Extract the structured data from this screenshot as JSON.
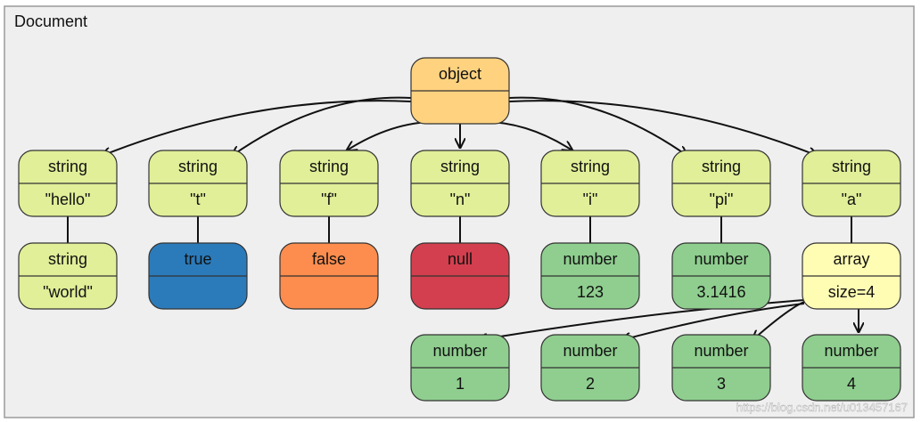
{
  "document": {
    "title": "Document",
    "watermark": "https://blog.csdn.net/u013457167"
  },
  "colors": {
    "background": "#efefef",
    "frame_border": "#9a9a9a",
    "node_border": "#333333",
    "object": "#ffd27f",
    "string": "#e0ef98",
    "true": "#2b7bba",
    "false": "#fc8d4e",
    "null": "#d33f4e",
    "number": "#8fce8f",
    "array": "#fffcb4",
    "edge": "#111111"
  },
  "nodes": [
    {
      "id": "obj",
      "type": "object",
      "color": "object",
      "label": "object"
    },
    {
      "id": "k_hello",
      "type": "string",
      "color": "string",
      "label": "string",
      "value": "\"hello\""
    },
    {
      "id": "k_t",
      "type": "string",
      "color": "string",
      "label": "string",
      "value": "\"t\""
    },
    {
      "id": "k_f",
      "type": "string",
      "color": "string",
      "label": "string",
      "value": "\"f\""
    },
    {
      "id": "k_n",
      "type": "string",
      "color": "string",
      "label": "string",
      "value": "\"n\""
    },
    {
      "id": "k_i",
      "type": "string",
      "color": "string",
      "label": "string",
      "value": "\"i\""
    },
    {
      "id": "k_pi",
      "type": "string",
      "color": "string",
      "label": "string",
      "value": "\"pi\""
    },
    {
      "id": "k_a",
      "type": "string",
      "color": "string",
      "label": "string",
      "value": "\"a\""
    },
    {
      "id": "v_world",
      "type": "string",
      "color": "string",
      "label": "string",
      "value": "\"world\""
    },
    {
      "id": "v_true",
      "type": "true",
      "color": "true",
      "label": "true",
      "light": true
    },
    {
      "id": "v_false",
      "type": "false",
      "color": "false",
      "label": "false",
      "light": true
    },
    {
      "id": "v_null",
      "type": "null",
      "color": "null",
      "label": "null",
      "light": true
    },
    {
      "id": "v_123",
      "type": "number",
      "color": "number",
      "label": "number",
      "value": "123"
    },
    {
      "id": "v_pi",
      "type": "number",
      "color": "number",
      "label": "number",
      "value": "3.1416"
    },
    {
      "id": "v_arr",
      "type": "array",
      "color": "array",
      "label": "array",
      "value": "size=4"
    },
    {
      "id": "e_1",
      "type": "number",
      "color": "number",
      "label": "number",
      "value": "1"
    },
    {
      "id": "e_2",
      "type": "number",
      "color": "number",
      "label": "number",
      "value": "2"
    },
    {
      "id": "e_3",
      "type": "number",
      "color": "number",
      "label": "number",
      "value": "3"
    },
    {
      "id": "e_4",
      "type": "number",
      "color": "number",
      "label": "number",
      "value": "4"
    }
  ],
  "edges": [
    {
      "from": "obj",
      "to": "k_hello",
      "arrow": true
    },
    {
      "from": "obj",
      "to": "k_t",
      "arrow": true
    },
    {
      "from": "obj",
      "to": "k_f",
      "arrow": true
    },
    {
      "from": "obj",
      "to": "k_n",
      "arrow": true
    },
    {
      "from": "obj",
      "to": "k_i",
      "arrow": true
    },
    {
      "from": "obj",
      "to": "k_pi",
      "arrow": true
    },
    {
      "from": "obj",
      "to": "k_a",
      "arrow": true
    },
    {
      "from": "k_hello",
      "to": "v_world",
      "arrow": false
    },
    {
      "from": "k_t",
      "to": "v_true",
      "arrow": false
    },
    {
      "from": "k_f",
      "to": "v_false",
      "arrow": false
    },
    {
      "from": "k_n",
      "to": "v_null",
      "arrow": false
    },
    {
      "from": "k_i",
      "to": "v_123",
      "arrow": false
    },
    {
      "from": "k_pi",
      "to": "v_pi",
      "arrow": false
    },
    {
      "from": "k_a",
      "to": "v_arr",
      "arrow": false
    },
    {
      "from": "v_arr",
      "to": "e_1",
      "arrow": true
    },
    {
      "from": "v_arr",
      "to": "e_2",
      "arrow": true
    },
    {
      "from": "v_arr",
      "to": "e_3",
      "arrow": true
    },
    {
      "from": "v_arr",
      "to": "e_4",
      "arrow": true
    }
  ]
}
